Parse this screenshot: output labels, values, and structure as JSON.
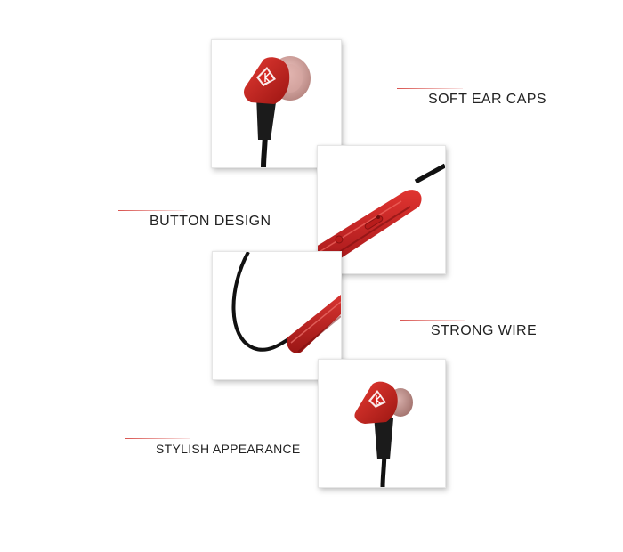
{
  "features": [
    {
      "label": "SOFT EAR CAPS"
    },
    {
      "label": "BUTTON DESIGN"
    },
    {
      "label": "STRONG WIRE"
    },
    {
      "label": "STYLISH APPEARANCE"
    }
  ],
  "colors": {
    "accent": "#d9534f",
    "product_red": "#c0211e",
    "cable_black": "#111111"
  }
}
